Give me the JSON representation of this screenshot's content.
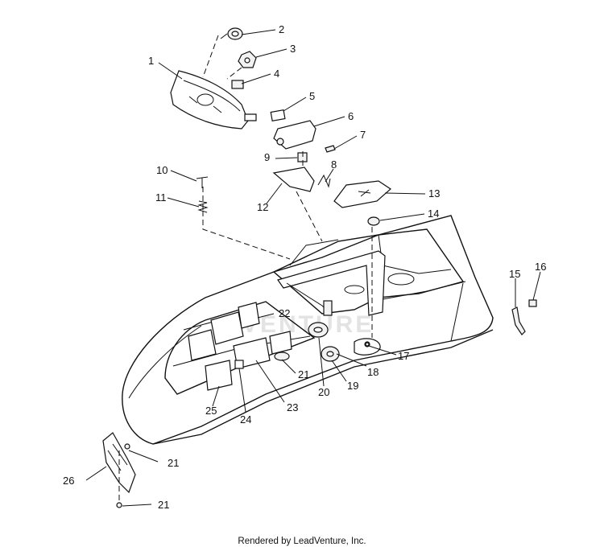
{
  "credit": "Rendered by LeadVenture, Inc.",
  "watermark": "VENTURE",
  "callouts": [
    "1",
    "2",
    "3",
    "4",
    "5",
    "6",
    "7",
    "8",
    "9",
    "10",
    "11",
    "12",
    "13",
    "14",
    "15",
    "16",
    "17",
    "18",
    "19",
    "20",
    "21",
    "21",
    "21",
    "22",
    "23",
    "24",
    "25",
    "26"
  ]
}
